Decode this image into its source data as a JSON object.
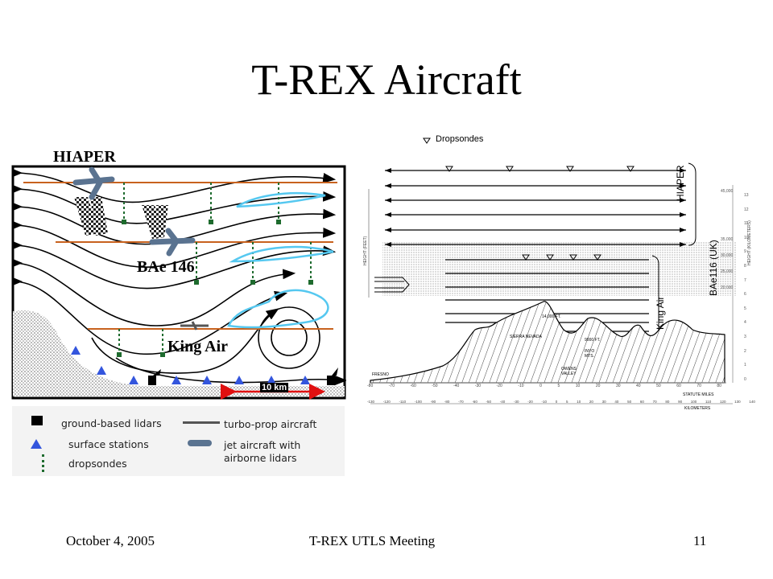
{
  "slide": {
    "title": "T-REX Aircraft",
    "footer_date": "October 4, 2005",
    "footer_center": "T-REX UTLS Meeting",
    "page_number": "11"
  },
  "left_diagram": {
    "labels": {
      "hiaper": "HIAPER",
      "bae146": "BAe 146",
      "king_air": "King Air",
      "scale": "10 km"
    },
    "legend": {
      "ground_lidars": "ground-based lidars",
      "surface_stations": "surface stations",
      "dropsondes": "dropsondes",
      "turboprop": "turbo-prop aircraft",
      "jet": "jet aircraft with airborne lidars"
    },
    "colors": {
      "flight_track": "#c8621e",
      "dropsonde": "#1e6b2e",
      "station": "#3355dd",
      "jet": "#5a7390",
      "cloud": "#55c8f0",
      "scale_arrow": "#e01010"
    }
  },
  "right_diagram": {
    "legend_label": "Dropsondes",
    "hiaper_label": "HIAPER",
    "bae_label": "BAe116 (UK)",
    "king_air_label": "King Air",
    "y_axis_left": "HEIGHT (FEET)",
    "y_axis_right": "HEIGHT (KILOMETERS)",
    "feet_ticks": [
      "45,000",
      "35,000",
      "30,000",
      "25,000",
      "20,000"
    ],
    "km_ticks": [
      "13",
      "12",
      "11",
      "10",
      "9",
      "8",
      "7",
      "6",
      "5",
      "4",
      "3",
      "2",
      "1",
      "0"
    ],
    "annotations": {
      "peak": "14,000 FT.",
      "sierra": "SIERRA NEVADA",
      "inyo_peak": "9000 FT.",
      "inyo": "INYO MTS.",
      "owens": "OWENS VALLEY",
      "fresno": "FRESNO"
    },
    "miles_ticks": [
      "-80",
      "-70",
      "-60",
      "-50",
      "-40",
      "-30",
      "-20",
      "-10",
      "0",
      "5",
      "10",
      "20",
      "30",
      "40",
      "50",
      "60",
      "70",
      "80"
    ],
    "miles_label": "STATUTE MILES",
    "km_axis_ticks": [
      "-130",
      "-120",
      "-110",
      "-100",
      "-90",
      "-80",
      "-70",
      "-60",
      "-50",
      "-40",
      "-30",
      "-20",
      "-10",
      "0",
      "5",
      "10",
      "20",
      "30",
      "40",
      "50",
      "60",
      "70",
      "80",
      "90",
      "100",
      "110",
      "120",
      "130",
      "140"
    ],
    "km_axis_label": "KILOMETERS"
  }
}
